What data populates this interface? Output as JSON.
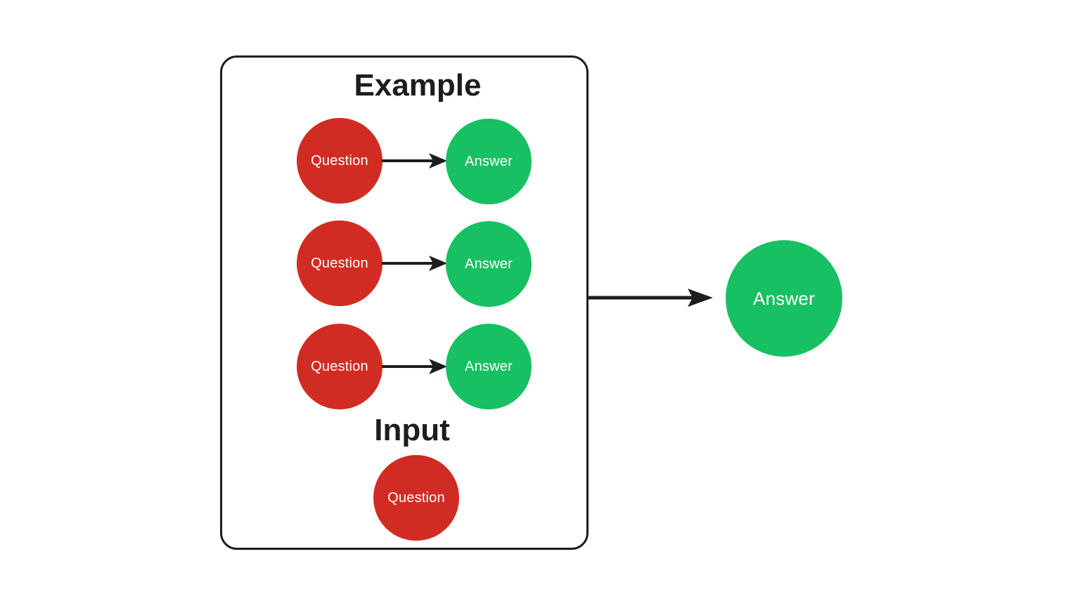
{
  "colors": {
    "red": "#D12C23",
    "green": "#17C062",
    "stroke": "#1D1D1D",
    "background": "#FFFFFF",
    "node_text": "#FFFFFF"
  },
  "diagram": {
    "example_box": {
      "title": "Example",
      "pairs": [
        {
          "question": "Question",
          "answer": "Answer"
        },
        {
          "question": "Question",
          "answer": "Answer"
        },
        {
          "question": "Question",
          "answer": "Answer"
        }
      ],
      "input_label": "Input",
      "input_question": "Question"
    },
    "output_answer": "Answer"
  }
}
